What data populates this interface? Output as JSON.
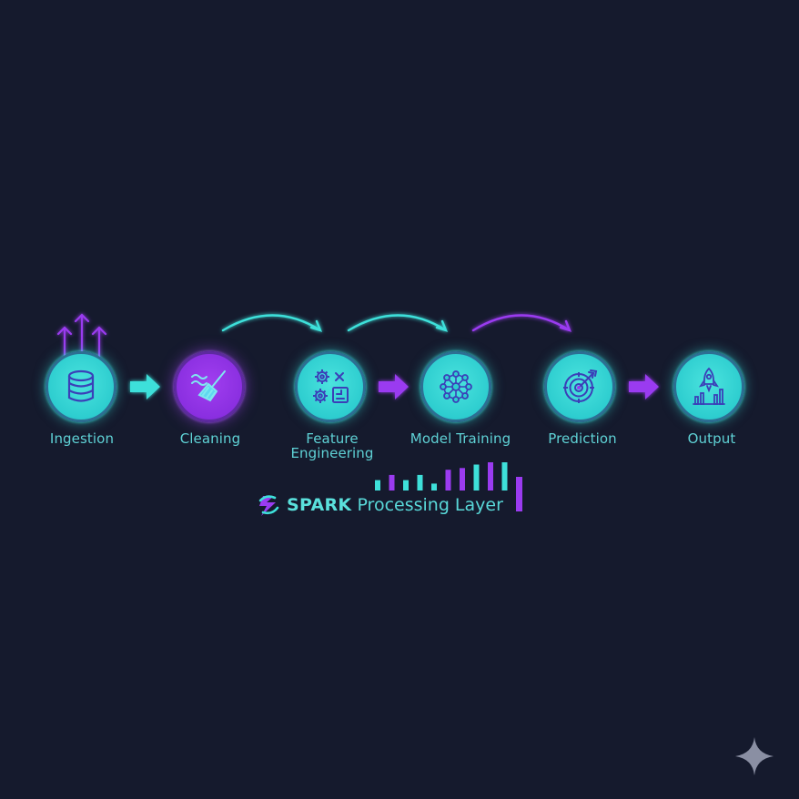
{
  "stages": [
    {
      "label": "Ingestion",
      "icon": "database-icon",
      "color": "cyan"
    },
    {
      "label": "Cleaning",
      "icon": "broom-icon",
      "color": "purple"
    },
    {
      "label": "Feature\nEngineering",
      "icon": "gears-icon",
      "color": "cyan"
    },
    {
      "label": "Model Training",
      "icon": "neural-network-icon",
      "color": "cyan"
    },
    {
      "label": "Prediction",
      "icon": "target-icon",
      "color": "cyan"
    },
    {
      "label": "Output",
      "icon": "rocket-icon",
      "color": "cyan"
    }
  ],
  "connectors": [
    "cyan",
    "purple",
    "purple"
  ],
  "arcs": [
    "cyan",
    "cyan",
    "purple"
  ],
  "spark": {
    "brand": "SPARK",
    "subtitle": "Processing Layer",
    "bars": [
      {
        "level": 0.3,
        "color": "cyan"
      },
      {
        "level": 0.45,
        "color": "purple"
      },
      {
        "level": 0.3,
        "color": "cyan"
      },
      {
        "level": 0.45,
        "color": "cyan"
      },
      {
        "level": 0.2,
        "color": "cyan"
      },
      {
        "level": 0.6,
        "color": "purple"
      },
      {
        "level": 0.65,
        "color": "purple"
      },
      {
        "level": 0.75,
        "color": "cyan"
      },
      {
        "level": 0.82,
        "color": "purple"
      },
      {
        "level": 0.95,
        "color": "cyan"
      },
      {
        "level": 1.0,
        "color": "purple"
      }
    ]
  },
  "colors": {
    "background": "#151a2d",
    "cyan": "#3ee0da",
    "purple": "#9a3bf0",
    "label": "#5fd2d6"
  }
}
